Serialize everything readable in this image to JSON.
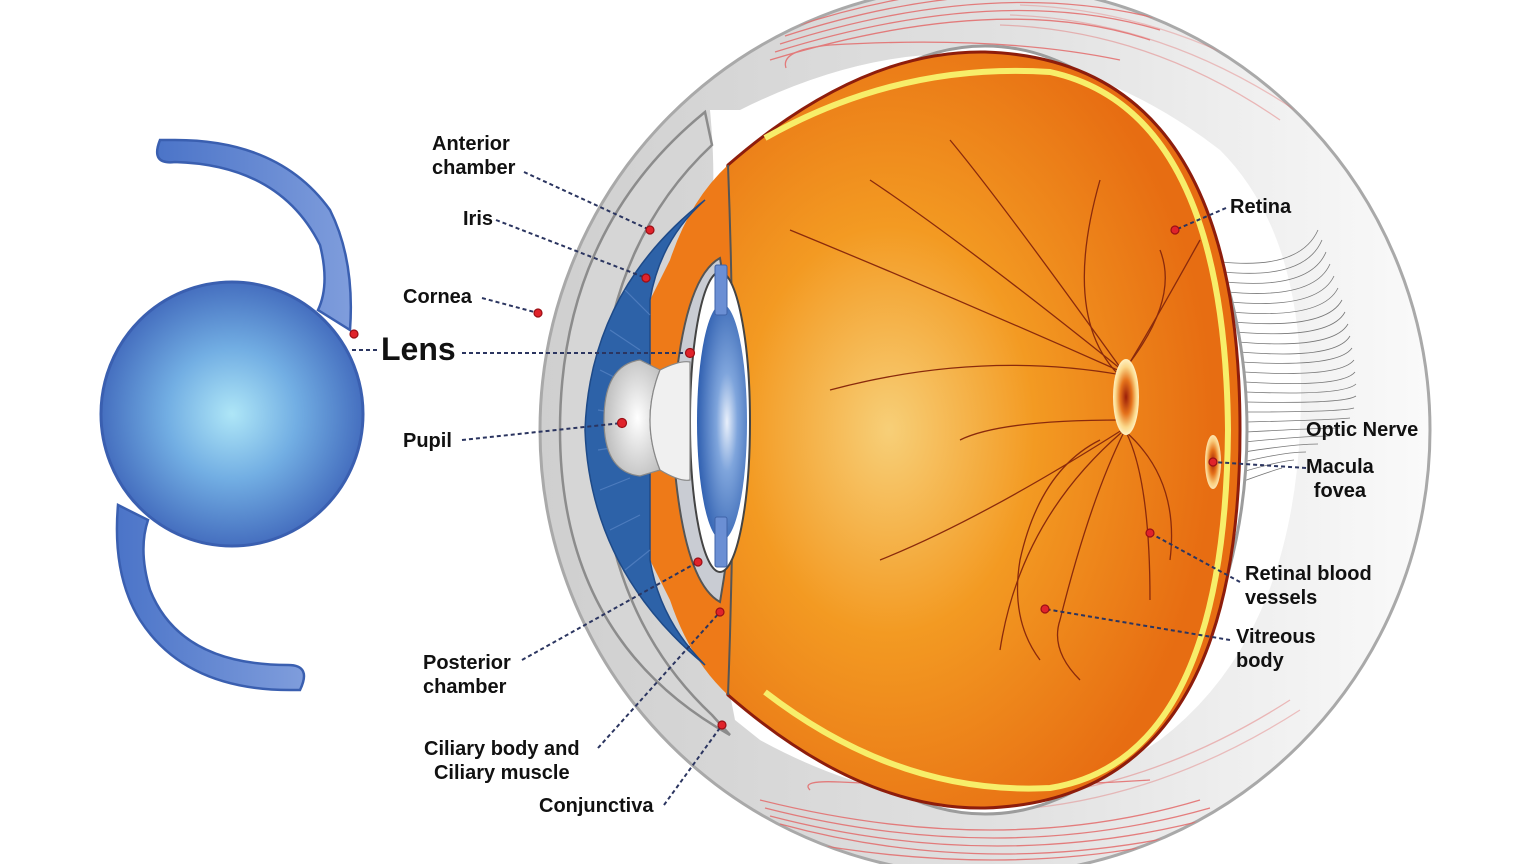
{
  "diagram": {
    "subject": "Human eye cross-section with intraocular lens",
    "colors": {
      "sclera": "#d4d4d4",
      "sclera_edge": "#8c8c8c",
      "iris": "#2d62a8",
      "choroid_orange": "#ee7a18",
      "vitreous_center": "#f6c060",
      "retina_line": "#f7ee6a",
      "retina_edge": "#8e1d0c",
      "iol_blue": "#3f6fc4",
      "iol_center": "#a6e4f7",
      "marker_red": "#e0232b",
      "leader_line": "#2b3560",
      "muscle_lines": "#e36a6a"
    },
    "labels": {
      "anterior_chamber": "Anterior\nchamber",
      "iris": "Iris",
      "cornea": "Cornea",
      "lens": "Lens",
      "pupil": "Pupil",
      "posterior_chamber": "Posterior\nchamber",
      "ciliary": "Ciliary body and\nCiliary muscle",
      "conjunctiva": "Conjunctiva",
      "retina": "Retina",
      "optic_nerve": "Optic Nerve",
      "macula": "Macula\nfovea",
      "retinal_vessels": "Retinal blood\nvessels",
      "vitreous": "Vitreous\nbody"
    }
  }
}
